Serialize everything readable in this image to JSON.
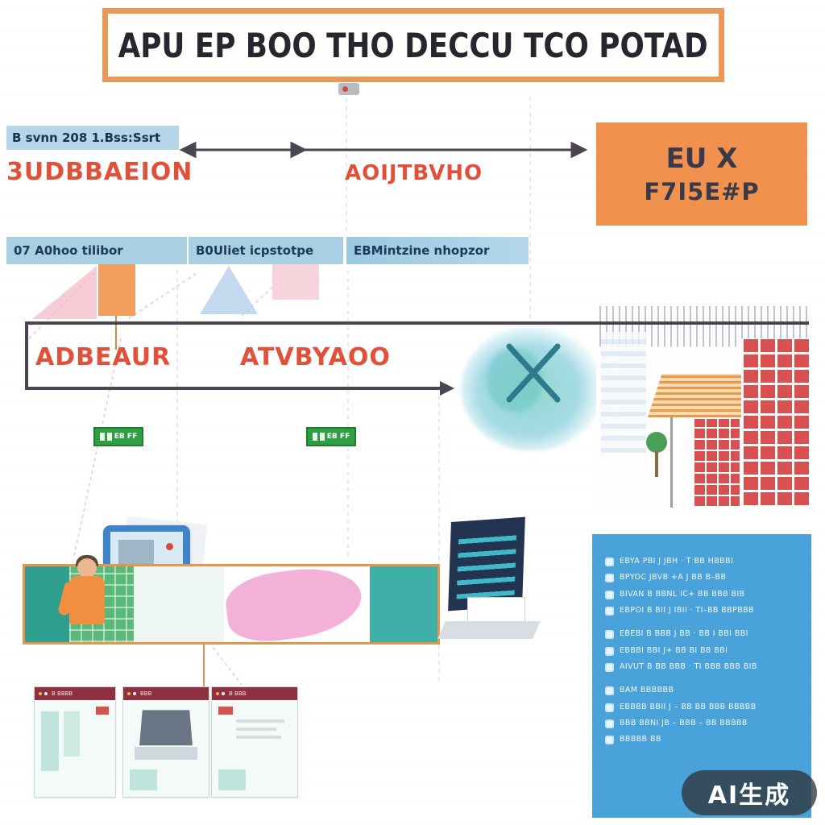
{
  "header": {
    "title": "APU EP BOO THO DECCU TCO POTAD"
  },
  "timeline": {
    "top_label": "B svnn 208 1.Bss:Ssrt",
    "left_term": "3UDBBAEION",
    "mid_term": "AOIJTBVHO"
  },
  "orange_box": {
    "line1": "EU X",
    "line2": "F7I5E#P"
  },
  "category_bars": [
    {
      "label": "07 A0hoo tilibor"
    },
    {
      "label": "B0Uliet icpstotpe"
    },
    {
      "label": "EBMintzine nhopzor"
    }
  ],
  "flow": {
    "left_term": "ADBEAUR",
    "right_term": "ATVBYAOO"
  },
  "green_tags": [
    {
      "label": "EB FF"
    },
    {
      "label": "EB FF"
    }
  ],
  "cards": [
    {
      "bar": "B BBBB"
    },
    {
      "bar": "BBB"
    },
    {
      "bar": "B BBB"
    }
  ],
  "right_panel": {
    "items": [
      {
        "text": "EBYA PBI J JBH · T BB HBBBI"
      },
      {
        "text": "BPYOC JBVB +A J BB B–BB"
      },
      {
        "text": "BIVAN B BBNL IC+ BB BBB BIB"
      },
      {
        "text": "EBPOI B BII J IBII · TI–BB BBPBBB"
      },
      {
        "text": "EBEBI B BBB J BB · BB I BBI BBI"
      },
      {
        "text": "EBBBI BBI J+ BB BI BB BBI"
      },
      {
        "text": "AIVUT B BB BBB · TI BBB BBB BIB"
      },
      {
        "text": "BAM BBBBBB"
      },
      {
        "text": "EBBBB BBII J – BB BB BBB BBBBB"
      },
      {
        "text": "BBB BBNI JB – BBB – BB BBBBB"
      },
      {
        "text": "BBBBB BB"
      }
    ]
  },
  "watermark": {
    "label": "AI生成"
  }
}
